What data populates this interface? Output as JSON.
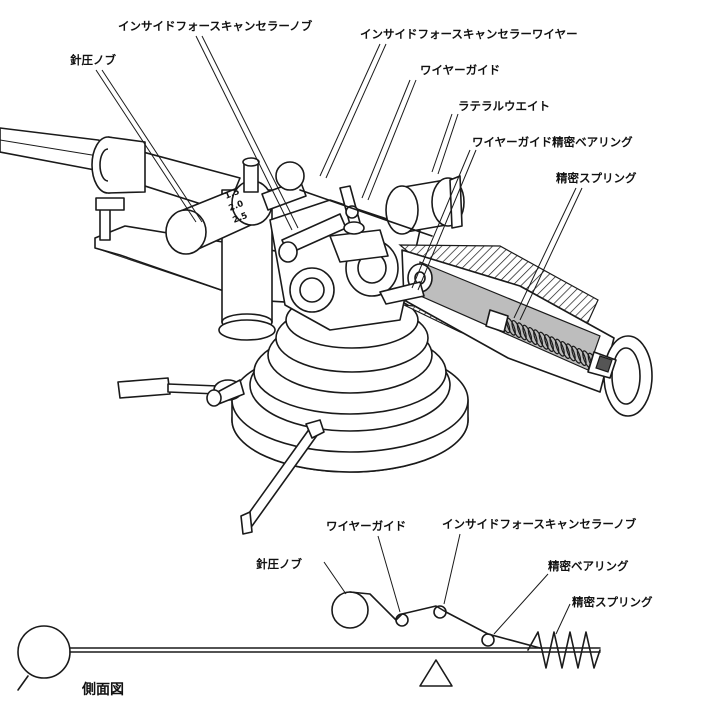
{
  "main_labels": {
    "inside_force_canceller_knob": "インサイドフォースキャンセラーノブ",
    "inside_force_canceller_wire": "インサイドフォースキャンセラーワイヤー",
    "stylus_pressure_knob": "針圧ノブ",
    "wire_guide": "ワイヤーガイド",
    "lateral_weight": "ラテラルウエイト",
    "wire_guide_bearing": "ワイヤーガイド精密ベアリング",
    "precision_spring": "精密スプリング"
  },
  "side_view": {
    "title": "側面図",
    "wire_guide": "ワイヤーガイド",
    "inside_force_canceller_knob": "インサイドフォースキャンセラーノブ",
    "stylus_pressure_knob": "針圧ノブ",
    "precision_bearing": "精密ベアリング",
    "precision_spring": "精密スプリング"
  },
  "dial_marks": [
    "1.5",
    "2.0",
    "2.5"
  ]
}
